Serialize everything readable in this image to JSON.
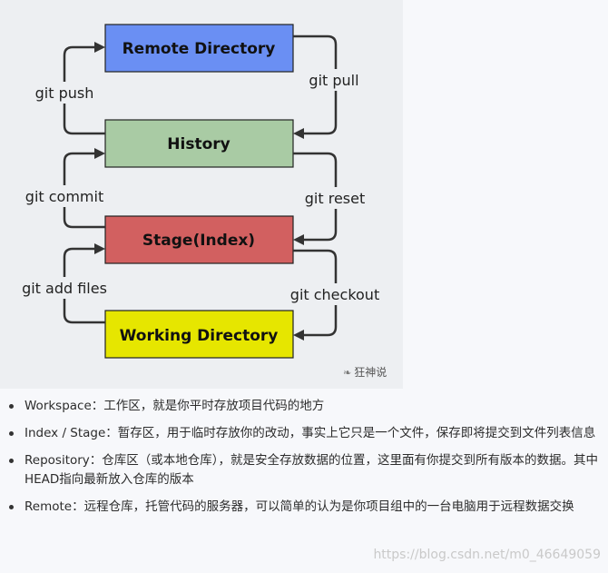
{
  "diagram": {
    "boxes": {
      "remote": {
        "label": "Remote Directory",
        "color": "#6a8ff3"
      },
      "history": {
        "label": "History",
        "color": "#a9cba4"
      },
      "stage": {
        "label": "Stage(Index)",
        "color": "#d26060"
      },
      "working": {
        "label": "Working Directory",
        "color": "#e6e600"
      }
    },
    "commands": {
      "push": "git push",
      "pull": "git pull",
      "commit": "git commit",
      "reset": "git reset",
      "add": "git add files",
      "checkout": "git checkout"
    },
    "watermark": "狂神说"
  },
  "notes": [
    {
      "text": "Workspace：工作区，就是你平时存放项目代码的地方"
    },
    {
      "text": "Index / Stage：暂存区，用于临时存放你的改动，事实上它只是一个文件，保存即将提交到文件列表信息"
    },
    {
      "text": "Repository：仓库区（或本地仓库），就是安全存放数据的位置，这里面有你提交到所有版本的数据。其中HEAD指向最新放入仓库的版本"
    },
    {
      "text": "Remote：远程仓库，托管代码的服务器，可以简单的认为是你项目组中的一台电脑用于远程数据交换"
    }
  ],
  "site_watermark": "https://blog.csdn.net/m0_46649059"
}
